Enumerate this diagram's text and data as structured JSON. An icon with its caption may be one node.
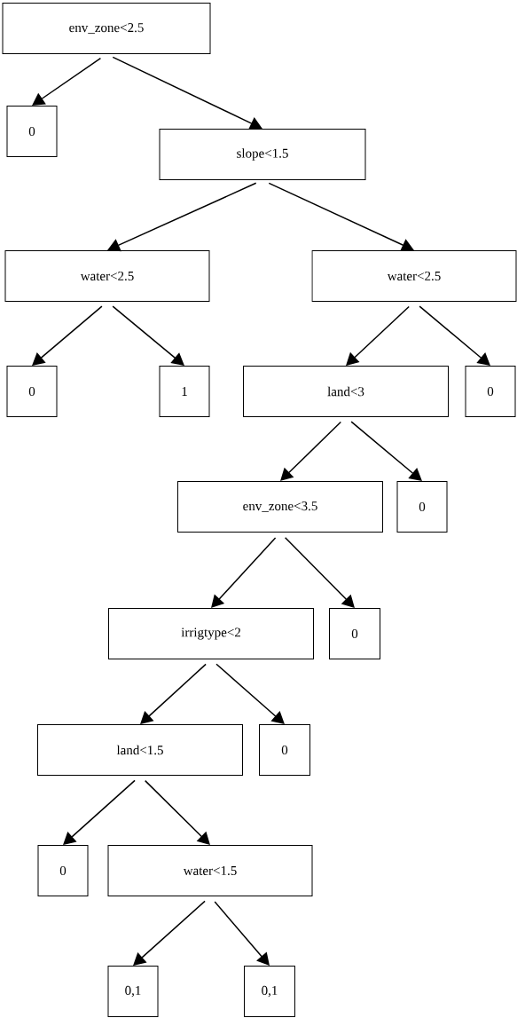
{
  "diagram": {
    "nodes": [
      {
        "text": [
          "env_zone<2.5"
        ]
      },
      {
        "text": [
          "0"
        ]
      },
      {
        "text": [
          "slope<1.5"
        ]
      },
      {
        "text": [
          "water<2.5"
        ]
      },
      {
        "text": [
          "water<2.5"
        ]
      },
      {
        "text": [
          "0"
        ]
      },
      {
        "text": [
          "1"
        ]
      },
      {
        "text": [
          "land<3"
        ]
      },
      {
        "text": [
          "0"
        ]
      },
      {
        "text": [
          "env_zone<3.5"
        ]
      },
      {
        "text": [
          "0"
        ]
      },
      {
        "text": [
          "irrigtype<2"
        ]
      },
      {
        "text": [
          "0"
        ]
      },
      {
        "text": [
          "land<1.5"
        ]
      },
      {
        "text": [
          "0"
        ]
      },
      {
        "text": [
          "0"
        ]
      },
      {
        "text": [
          "water<1.5"
        ]
      },
      {
        "text": [
          "0,1"
        ]
      },
      {
        "text": [
          "0,1"
        ]
      }
    ],
    "edges": [
      {
        "from": 0,
        "to": 1,
        "arrow": "to"
      },
      {
        "from": 0,
        "to": 2,
        "arrow": "to"
      },
      {
        "from": 2,
        "to": 3,
        "arrow": "to"
      },
      {
        "from": 2,
        "to": 4,
        "arrow": "to"
      },
      {
        "from": 3,
        "to": 5,
        "arrow": "to"
      },
      {
        "from": 3,
        "to": 6,
        "arrow": "to"
      },
      {
        "from": 4,
        "to": 7,
        "arrow": "to"
      },
      {
        "from": 4,
        "to": 8,
        "arrow": "to"
      },
      {
        "from": 7,
        "to": 9,
        "arrow": "to"
      },
      {
        "from": 7,
        "to": 10,
        "arrow": "to"
      },
      {
        "from": 9,
        "to": 11,
        "arrow": "to"
      },
      {
        "from": 9,
        "to": 12,
        "arrow": "to"
      },
      {
        "from": 11,
        "to": 13,
        "arrow": "to"
      },
      {
        "from": 11,
        "to": 14,
        "arrow": "to"
      },
      {
        "from": 13,
        "to": 15,
        "arrow": "to"
      },
      {
        "from": 13,
        "to": 16,
        "arrow": "to"
      },
      {
        "from": 16,
        "to": 17,
        "arrow": "to"
      },
      {
        "from": 16,
        "to": 18,
        "arrow": "to"
      }
    ]
  }
}
